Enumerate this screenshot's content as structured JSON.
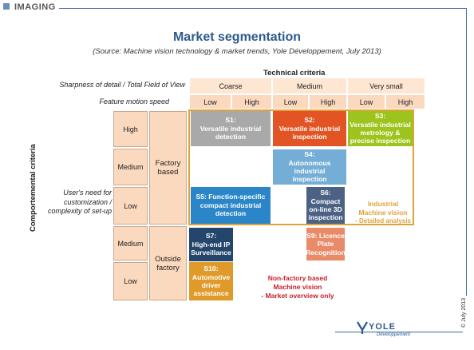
{
  "header": {
    "label": "IMAGING"
  },
  "title": "Market segmentation",
  "subtitle": "(Source: Machine vision technology & market trends, Yole Développement, July 2013)",
  "technical_criteria": "Technical criteria",
  "sharpness_label": "Sharpness of detail / Total Field of View",
  "speed_label": "Feature motion speed",
  "sharpness_levels": [
    "Coarse",
    "Medium",
    "Very small"
  ],
  "speed_levels": [
    "Low",
    "High",
    "Low",
    "High",
    "Low",
    "High"
  ],
  "comportemental_criteria": "Comportemental criteria",
  "user_need_label": "User's need for customization / complexity of set-up",
  "need_levels": [
    "High",
    "Medium",
    "Low",
    "Medium",
    "Low"
  ],
  "factory_groups": [
    "Factory based",
    "Outside factory"
  ],
  "segments": [
    {
      "code": "S1:",
      "name": "Versatile industrial detection",
      "color": "#a9a9a9"
    },
    {
      "code": "S2:",
      "name": "Versatile industrial inspection",
      "color": "#e25424"
    },
    {
      "code": "S3:",
      "name": "Versatile industrial metrology & precise inspection",
      "color": "#9cc41c"
    },
    {
      "code": "S4:",
      "name": "Autonomous industrial inspection",
      "color": "#74aed6"
    },
    {
      "code": "S5:",
      "name": "Function-specific compact industrial detection",
      "color": "#2a86c8"
    },
    {
      "code": "S6:",
      "name": "Compact on-line 3D inspection",
      "color": "#4b6284"
    },
    {
      "code": "S7:",
      "name": "High-end IP Surveillance",
      "color": "#24466c"
    },
    {
      "code": "S9:",
      "name": "Licence Plate Recognition",
      "color": "#e98b68"
    },
    {
      "code": "S10:",
      "name": "Automotive driver assistance",
      "color": "#e09a2a"
    }
  ],
  "industrial_note": [
    "Industrial",
    "Machine vision",
    "- Detailed analysis"
  ],
  "nonfactory_note": [
    "Non-factory based",
    "Machine vision",
    "- Market overview only"
  ],
  "logo": {
    "name": "YOLE",
    "sub": "Développement"
  },
  "copyright": "© July 2013",
  "colors": {
    "accent_blue": "#2e5a8c",
    "peach": "#fbd9be",
    "frame_orange": "#e0a23a",
    "note_orange": "#e0a23a",
    "note_red": "#c8202a"
  }
}
